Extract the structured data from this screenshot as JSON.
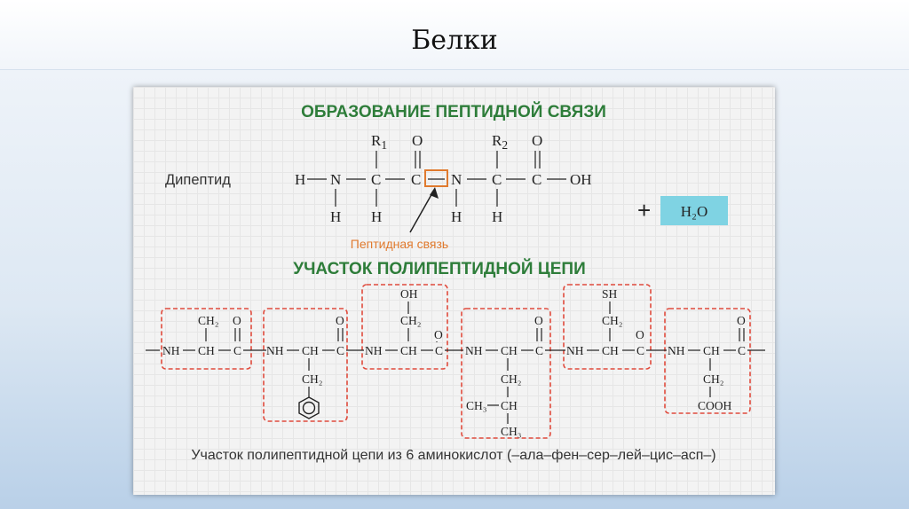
{
  "slide": {
    "title": "Белки"
  },
  "figure": {
    "heading1": "ОБРАЗОВАНИЕ ПЕПТИДНОЙ СВЯЗИ",
    "dipeptide_label": "Дипептид",
    "peptide_bond_label": "Пептидная связь",
    "plus": "+",
    "water": "H₂O",
    "heading2": "УЧАСТОК ПОЛИПЕПТИДНОЙ ЦЕПИ",
    "caption": "Участок полипептидной цепи из 6 аминокислот (–ала–фен–сер–лей–цис–асп–)",
    "dipeptide": {
      "H_left": "H",
      "N1": "N",
      "C1": "C",
      "C2": "C",
      "N2": "N",
      "C3": "C",
      "C4": "C",
      "OH": "OH",
      "R1": "R",
      "R1_sub": "1",
      "R2": "R",
      "R2_sub": "2",
      "O1": "O",
      "O2": "O",
      "H_N1": "H",
      "H_C1": "H",
      "H_N2": "H",
      "H_C3": "H"
    },
    "chain": {
      "NH": "NH",
      "CH": "CH",
      "C": "C",
      "O": "O",
      "ala_side": "CH₂",
      "phe_side": "CH₂",
      "ser_side1": "CH₂",
      "ser_side2": "OH",
      "leu_side1": "CH₂",
      "leu_side2": "CH",
      "leu_side3": "CH₃",
      "leu_side4": "CH₃",
      "cys_side1": "CH₂",
      "cys_side2": "SH",
      "asp_side1": "CH₂",
      "asp_side2": "COOH"
    },
    "colors": {
      "heading": "#2e7d3a",
      "peptide_bond": "#e07a2e",
      "residue_box": "#e04b3d",
      "water_box": "#7fd3e3"
    }
  }
}
